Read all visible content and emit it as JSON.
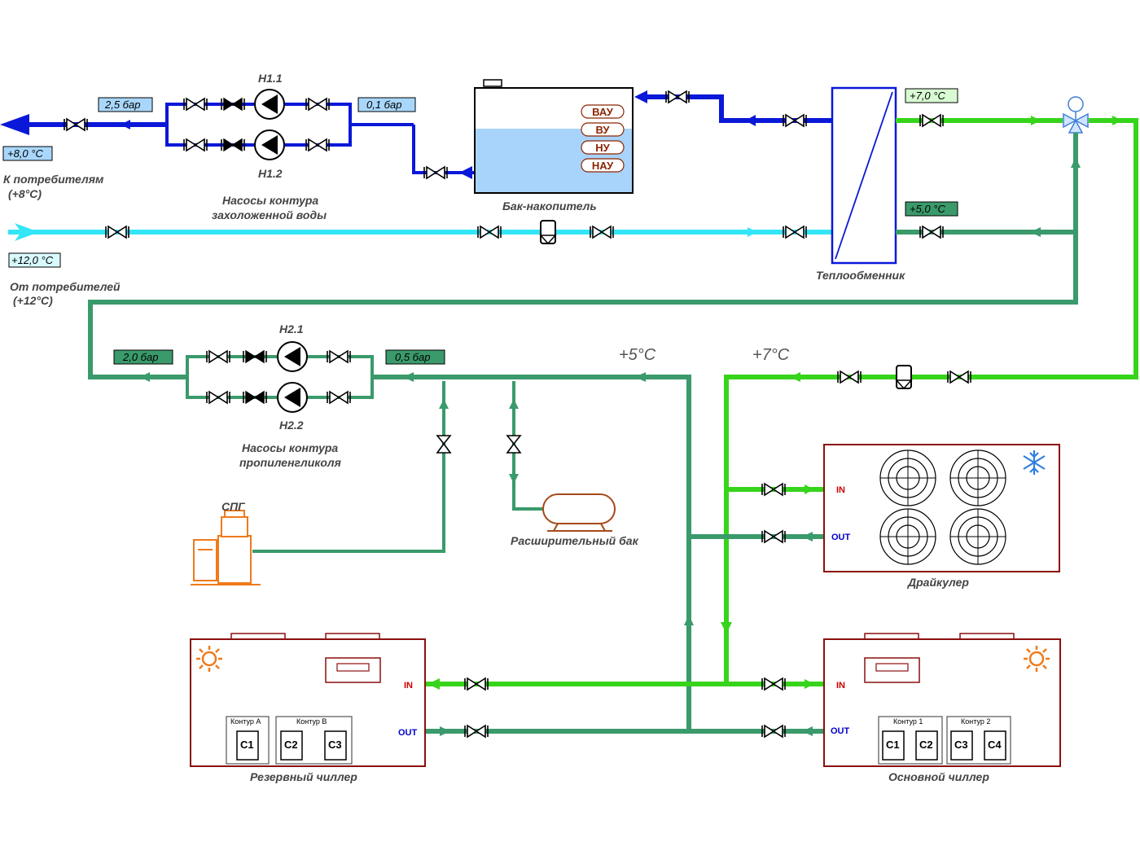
{
  "top": {
    "temp_outlet": "+8,0 °C",
    "to_consumers_line1": "К потребителям",
    "to_consumers_line2": "(+8°C)",
    "pressure_out": "2,5 бар",
    "pressure_in": "0,1 бар",
    "pump_1": "Н1.1",
    "pump_2": "Н1.2",
    "pumps_caption_1": "Насосы контура",
    "pumps_caption_2": "захоложенной воды",
    "return_temp": "+12,0 °C",
    "from_consumers_line1": "От потребителей",
    "from_consumers_line2": "(+12°C)"
  },
  "tank": {
    "caption": "Бак-накопитель",
    "levels": [
      "ВАУ",
      "ВУ",
      "НУ",
      "НАУ"
    ]
  },
  "heat_exchanger": {
    "caption": "Теплообменник",
    "temp_hot": "+7,0 °C",
    "temp_cold": "+5,0 °C"
  },
  "glycol": {
    "pressure_out": "2,0 бар",
    "pressure_in": "0,5 бар",
    "pump_1": "Н2.1",
    "pump_2": "Н2.2",
    "pumps_caption_1": "Насосы контура",
    "pumps_caption_2": "пропиленгликоля",
    "temp_return": "+5°C",
    "temp_supply": "+7°C",
    "spg": "СПГ",
    "expansion_tank": "Расширительный бак"
  },
  "drycooler": {
    "caption": "Драйкулер",
    "in": "IN",
    "out": "OUT"
  },
  "reserve_chiller": {
    "caption": "Резервный чиллер",
    "in": "IN",
    "out": "OUT",
    "circuit_a": "Контур А",
    "circuit_b": "Контур В",
    "compressors": [
      "С1",
      "С2",
      "С3"
    ]
  },
  "main_chiller": {
    "caption": "Основной чиллер",
    "in": "IN",
    "out": "OUT",
    "circuit_1": "Контур 1",
    "circuit_2": "Контур 2",
    "compressors": [
      "С1",
      "С2",
      "С3",
      "С4"
    ]
  },
  "colors": {
    "chilled_water": "#0a18d8",
    "return_water": "#33e6f7",
    "glycol_warm": "#36d41a",
    "glycol_cold": "#3a9a6b",
    "equipment_border": "#8b0f0f"
  }
}
